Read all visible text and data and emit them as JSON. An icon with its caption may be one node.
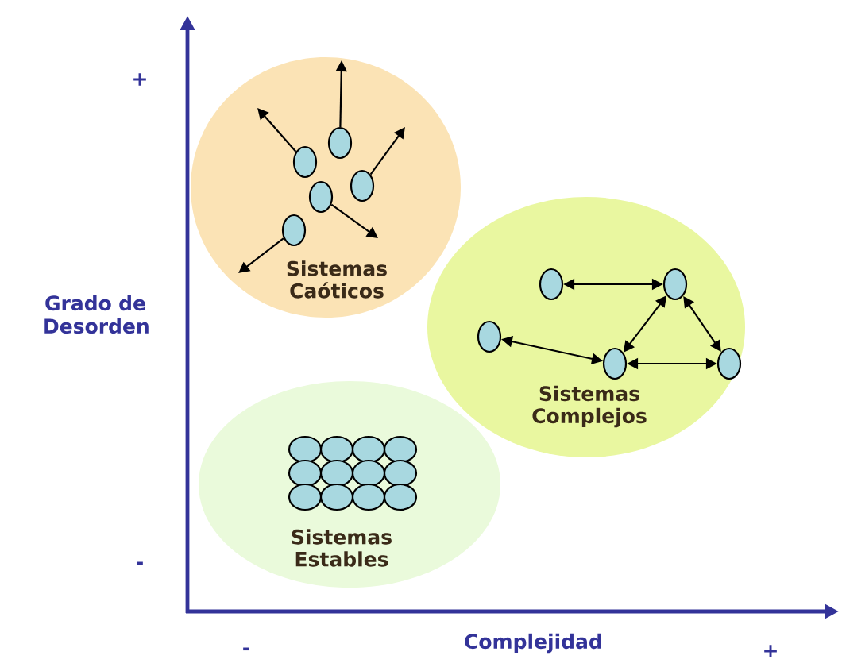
{
  "diagram": {
    "nodes": [
      {
        "text": [
          "Sistemas Caóticos"
        ]
      },
      {
        "text": [],
        "shape": "circle",
        "in": 0
      },
      {
        "text": [],
        "shape": "circle",
        "in": 0
      },
      {
        "text": [],
        "shape": "circle",
        "in": 0
      },
      {
        "text": [],
        "shape": "circle",
        "in": 0
      },
      {
        "text": [],
        "shape": "circle",
        "in": 0
      },
      {
        "text": [
          "Sistemas Complejos"
        ]
      },
      {
        "text": [],
        "shape": "circle",
        "in": 6
      },
      {
        "text": [],
        "shape": "circle",
        "in": 6
      },
      {
        "text": [],
        "shape": "circle",
        "in": 6
      },
      {
        "text": [],
        "shape": "circle",
        "in": 6
      },
      {
        "text": [],
        "shape": "circle",
        "in": 6
      },
      {
        "text": [
          "Sistemas Estables"
        ]
      },
      {
        "text": [],
        "shape": "circle",
        "in": 12
      },
      {
        "text": [],
        "shape": "circle",
        "in": 12
      },
      {
        "text": [],
        "shape": "circle",
        "in": 12
      },
      {
        "text": [],
        "shape": "circle",
        "in": 12
      },
      {
        "text": [],
        "shape": "circle",
        "in": 12
      },
      {
        "text": [],
        "shape": "circle",
        "in": 12
      },
      {
        "text": [],
        "shape": "circle",
        "in": 12
      },
      {
        "text": [],
        "shape": "circle",
        "in": 12
      },
      {
        "text": [],
        "shape": "circle",
        "in": 12
      },
      {
        "text": [],
        "shape": "circle",
        "in": 12
      },
      {
        "text": [],
        "shape": "circle",
        "in": 12
      },
      {
        "text": [],
        "shape": "circle",
        "in": 12
      }
    ],
    "edges": [
      {
        "from": 1,
        "to": null,
        "arrow": "to"
      },
      {
        "from": 2,
        "to": null,
        "arrow": "to"
      },
      {
        "from": 3,
        "to": null,
        "arrow": "to"
      },
      {
        "from": 4,
        "to": null,
        "arrow": "to"
      },
      {
        "from": 5,
        "to": null,
        "arrow": "to"
      },
      {
        "from": 7,
        "to": 8,
        "arrow": "both"
      },
      {
        "from": 8,
        "to": 10,
        "arrow": "both"
      },
      {
        "from": 8,
        "to": 11,
        "arrow": "both"
      },
      {
        "from": 9,
        "to": 10,
        "arrow": "both"
      },
      {
        "from": 10,
        "to": 11,
        "arrow": "both"
      }
    ],
    "labels": [
      "+",
      "Grado de Desorden",
      "-",
      "-",
      "Complejidad",
      "+"
    ]
  }
}
